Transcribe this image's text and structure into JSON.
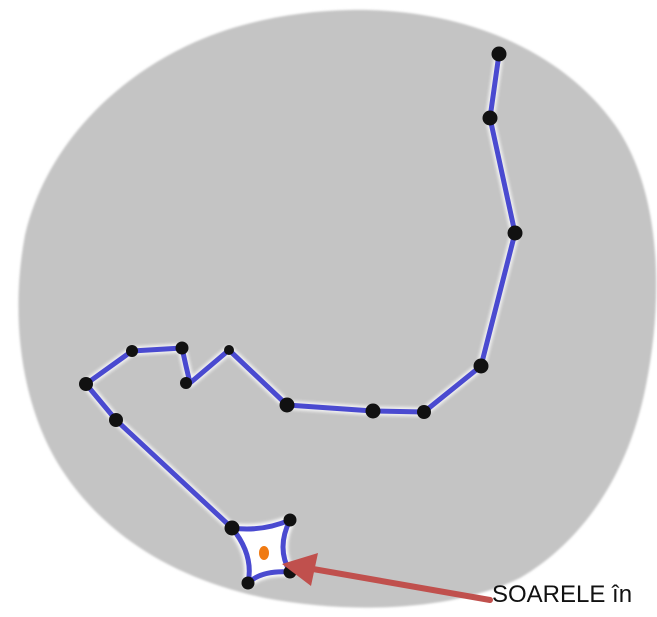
{
  "caption": {
    "text": "SOARELE în"
  },
  "colors": {
    "disc": "#c4c4c4",
    "constellation_line": "#4a4ad0",
    "star": "#111111",
    "sun": "#f07a12",
    "arrow": "#c0504d"
  },
  "stars": [
    "star-1",
    "star-2",
    "star-3",
    "star-4",
    "star-5",
    "star-6",
    "star-7",
    "star-8",
    "star-9",
    "star-10",
    "star-11",
    "star-12",
    "star-13",
    "star-14",
    "star-15",
    "star-16",
    "star-17"
  ]
}
